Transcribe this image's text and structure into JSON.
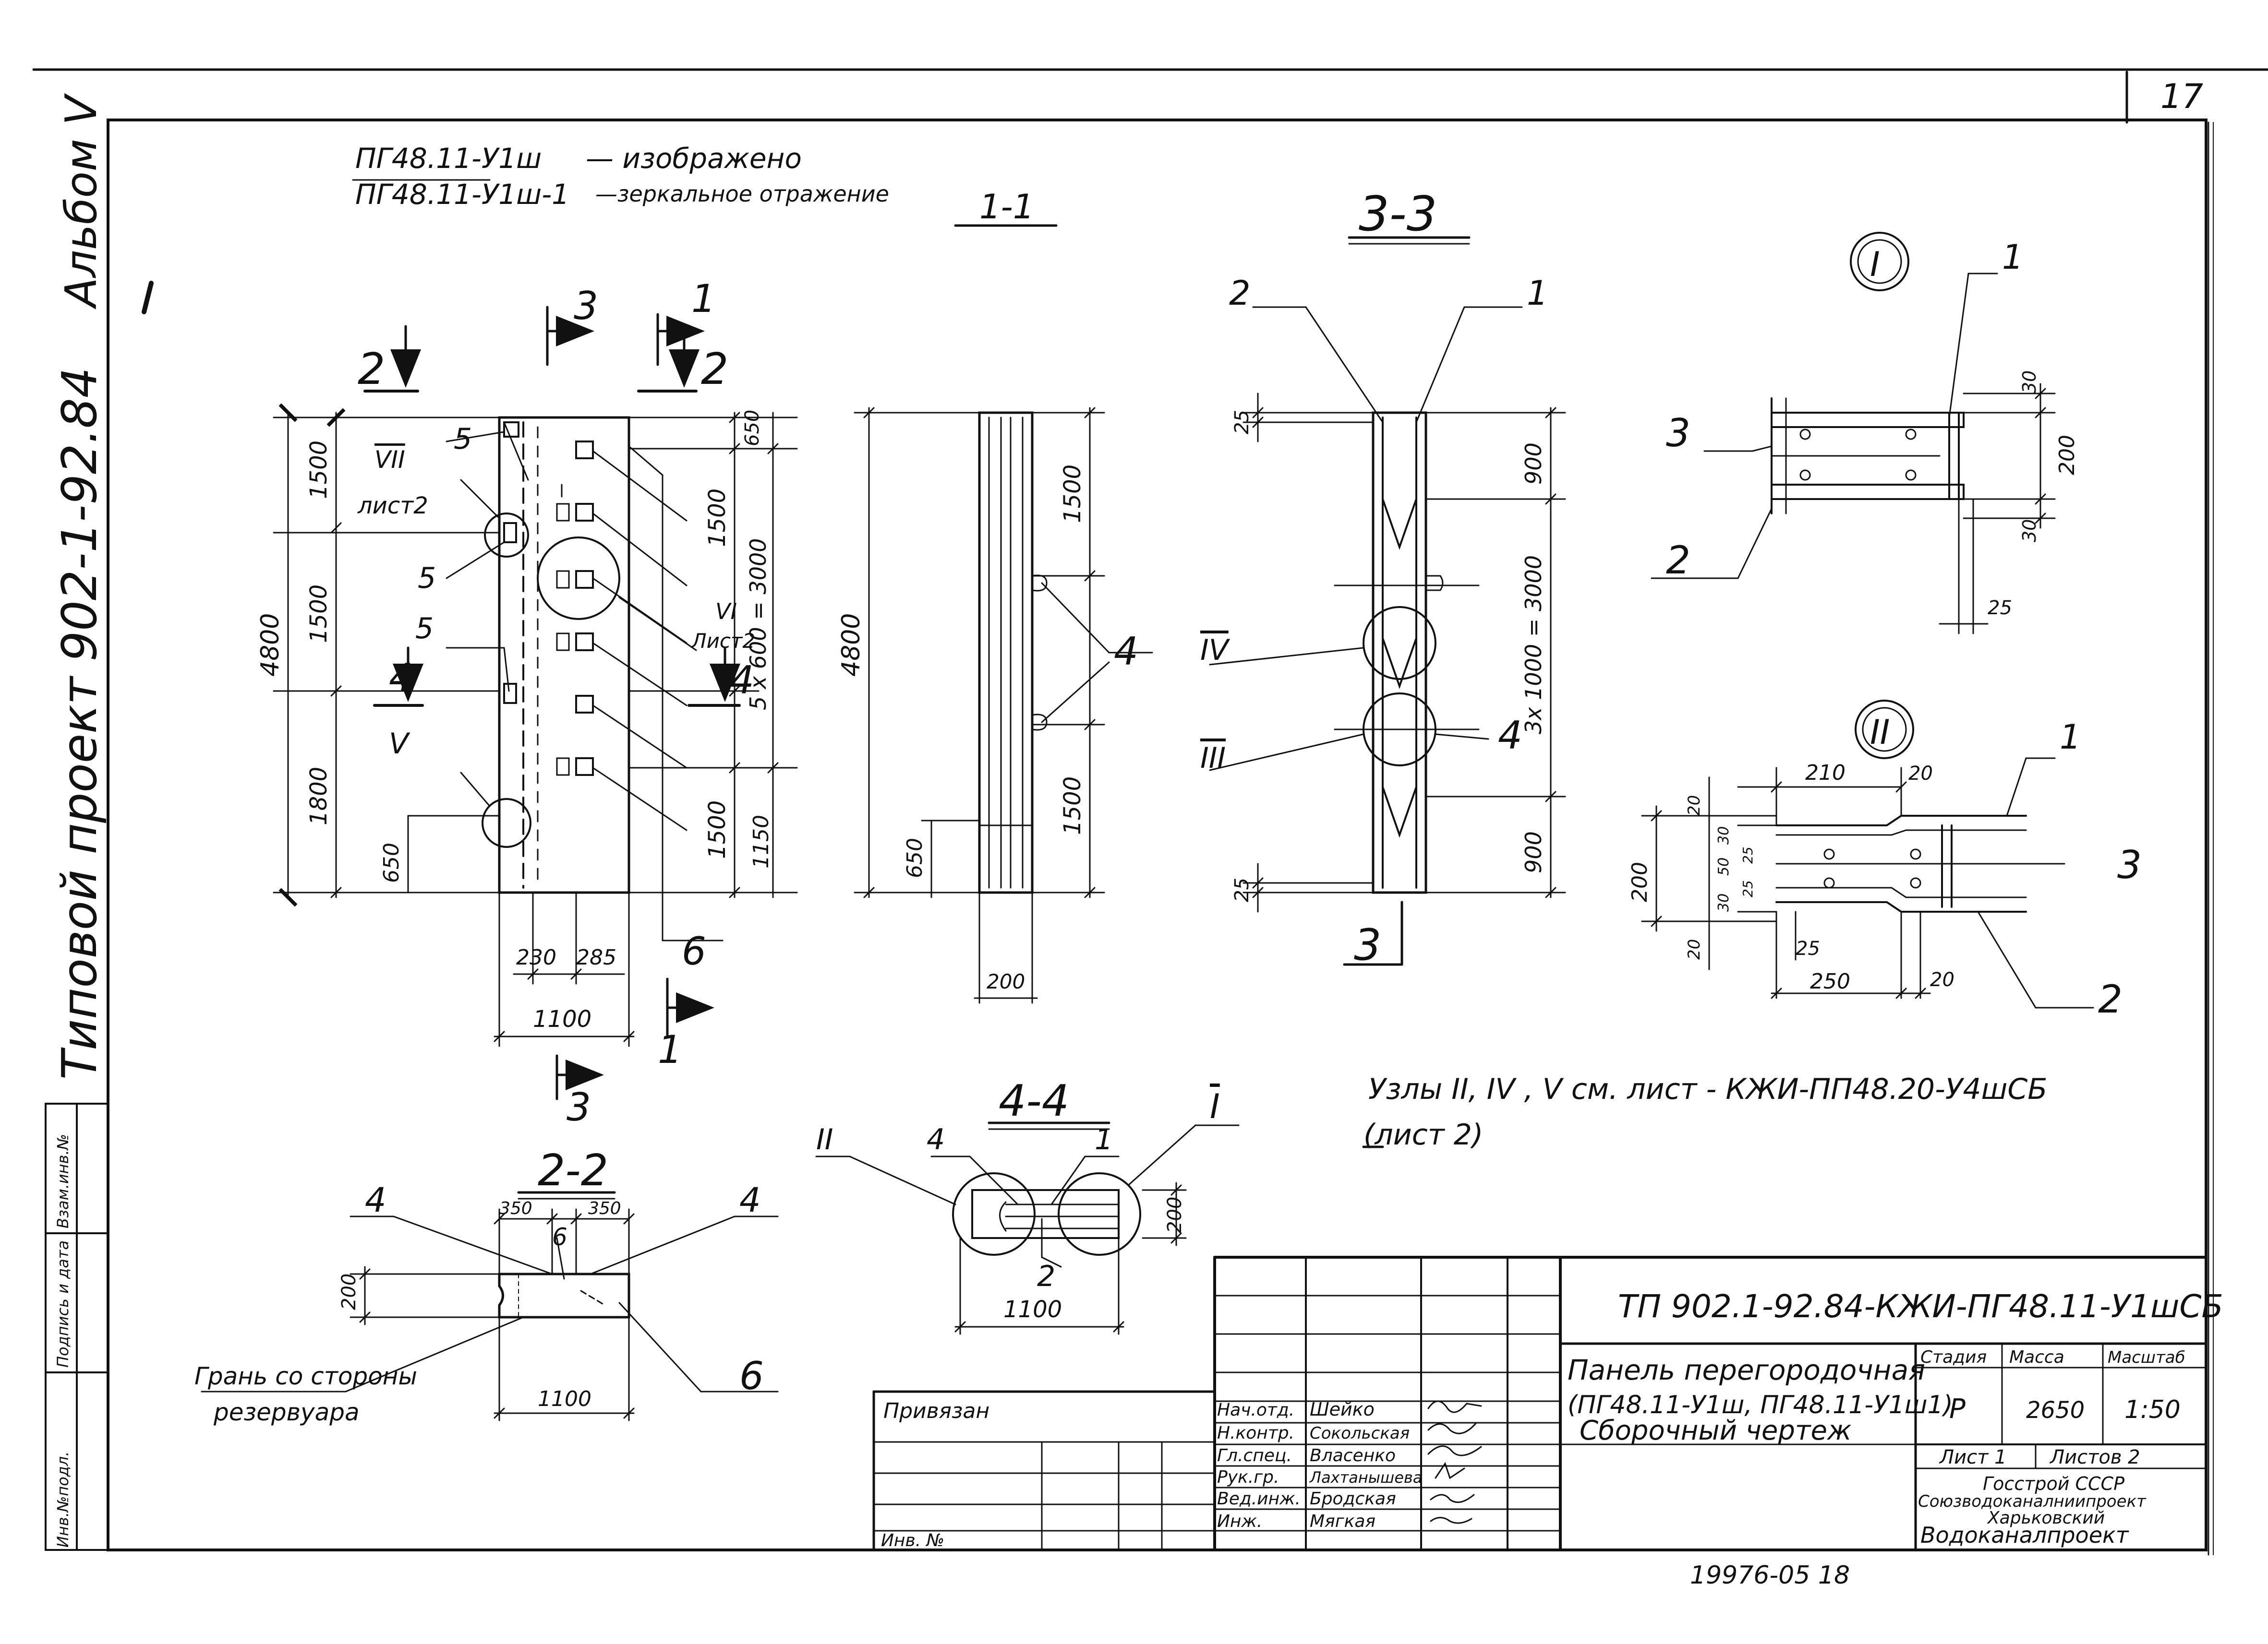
{
  "sheet_number": "17",
  "album_label": "Альбом V",
  "project_label": "Типовой проект 902-1-92.84",
  "header_note": {
    "line1_mark": "ПГ48.11-У1ш",
    "line1_text": "— изображено",
    "line2_mark": "ПГ48.11-У1ш-1",
    "line2_text": "—зеркальное отражение"
  },
  "sections": {
    "s11": "1-1",
    "s33": "3-3",
    "s22": "2-2",
    "s44": "4-4"
  },
  "cut_marks": {
    "c2": "2",
    "c3": "3",
    "c1": "1",
    "c4": "4",
    "c4b": "4",
    "c1b": "1",
    "c3b": "3",
    "c2b": "2"
  },
  "front_view": {
    "dims_left": [
      "1500",
      "1500",
      "1800"
    ],
    "dim_total": "4800",
    "dim_650": "650",
    "dims_right": [
      "650",
      "1500",
      "1500",
      "1150"
    ],
    "dim_series": "5 х 600 = 3000",
    "dims_bottom": [
      "230",
      "285"
    ],
    "dim_width": "1100",
    "callouts": {
      "vii": "VII",
      "vii_sheet": "лист2",
      "vi": "VI",
      "vi_sheet": "Лист2",
      "v": "V",
      "n5a": "5",
      "n5b": "5",
      "n5c": "5",
      "n6": "6"
    }
  },
  "side_view": {
    "dim_total": "4800",
    "dim_top": "1500",
    "dim_bot": "1500",
    "dim_650": "650",
    "dim_width": "200",
    "callout4": "4"
  },
  "section33": {
    "c2": "2",
    "c1": "1",
    "dim_25_top": "25",
    "dim_900_top": "900",
    "dim_series": "3х 1000 = 3000",
    "dim_900_bot": "900",
    "dim_25_bot": "25",
    "node_iv": "IV",
    "node_iii": "III",
    "c4": "4",
    "cut3": "3"
  },
  "node_i": {
    "title": "I",
    "c1": "1",
    "c3": "3",
    "c2": "2",
    "d30a": "30",
    "d200": "200",
    "d30b": "30",
    "d25": "25"
  },
  "node_ii": {
    "title": "II",
    "c1": "1",
    "c3": "3",
    "c2": "2",
    "d210": "210",
    "d20a": "20",
    "d20b": "20",
    "d30a": "30",
    "d50": "50",
    "d25a": "25",
    "d30b": "30",
    "d25b": "25",
    "d200": "200",
    "d20c": "20",
    "d25c": "25",
    "d250": "250",
    "d20d": "20"
  },
  "section22": {
    "c4a": "4",
    "c4b": "4",
    "d350a": "350",
    "d350b": "350",
    "c6a": "6",
    "d200": "200",
    "d1100": "1100",
    "c6b": "6",
    "face_note_1": "Грань со стороны",
    "face_note_2": "резервуара"
  },
  "section44": {
    "c2": "II",
    "c4": "4",
    "c1": "1",
    "c_i": "I",
    "c2b": "2",
    "d200": "200",
    "d1100": "1100"
  },
  "nodes_note": {
    "line1": "Узлы  II,  IV ,  V    см.  лист   - КЖИ-ПП48.20-У4шСБ",
    "line2": "(лист 2)"
  },
  "title_block": {
    "doc_code": "ТП 902.1-92.84-КЖИ-ПГ48.11-У1шСБ",
    "title_1": "Панель перегородочная",
    "title_2": "(ПГ48.11-У1ш, ПГ48.11-У1ш1)",
    "title_3": "Сборочный  чертеж",
    "col_stage": "Стадия",
    "col_mass": "Масса",
    "col_scale": "Масштаб",
    "stage": "Р",
    "mass": "2650",
    "scale": "1:50",
    "sheet": "Лист 1",
    "sheets": "Листов 2",
    "org_1": "Госстрой СССР",
    "org_2": "Союзводоканалниипроект",
    "org_3": "Харьковский",
    "org_4": "Водоканалпроект",
    "bound": "Привязан",
    "inv_no": "Инв. №",
    "roles": [
      "Нач.отд.",
      "Н.контр.",
      "Гл.спец.",
      "Рук.гр.",
      "Вед.инж.",
      "Инж."
    ],
    "names": [
      "Шейко",
      "Сокольская",
      "Власенко",
      "Лахтанышева",
      "Бродская",
      "Мягкая"
    ]
  },
  "left_stamp": [
    "Инв.№подл.",
    "Подпись и дата",
    "Взам.инв.№"
  ],
  "bottom_number": "19976-05    18"
}
